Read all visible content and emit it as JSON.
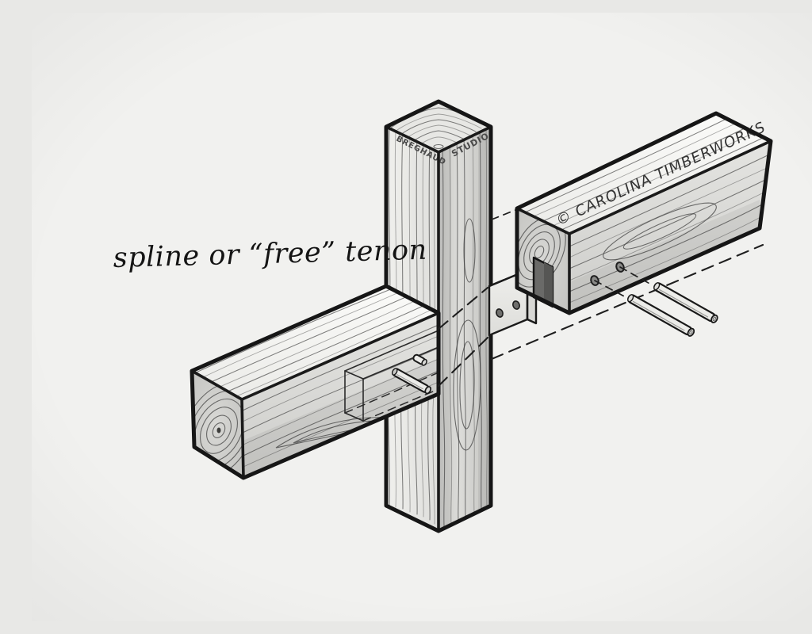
{
  "scene": {
    "background": "#f1f1ef",
    "ink": "#1a1a1a",
    "wood_light": "#f7f7f4",
    "wood_mid": "#dadad7",
    "wood_dark": "#c9c9c6"
  },
  "labels": {
    "annotation": "spline or “free” tenon",
    "copyright": "© CAROLINA TIMBERWORKS",
    "signature_line1": "BREGHAUD",
    "signature_line2": "STUDIO"
  }
}
